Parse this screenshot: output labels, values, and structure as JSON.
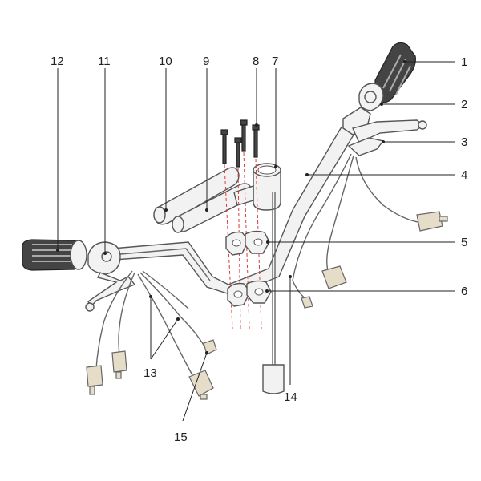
{
  "diagram": {
    "callouts": [
      {
        "id": "c1",
        "label": "1"
      },
      {
        "id": "c2",
        "label": "2"
      },
      {
        "id": "c3",
        "label": "3"
      },
      {
        "id": "c4",
        "label": "4"
      },
      {
        "id": "c5",
        "label": "5"
      },
      {
        "id": "c6",
        "label": "6"
      },
      {
        "id": "c7",
        "label": "7"
      },
      {
        "id": "c8",
        "label": "8"
      },
      {
        "id": "c9",
        "label": "9"
      },
      {
        "id": "c10",
        "label": "10"
      },
      {
        "id": "c11",
        "label": "11"
      },
      {
        "id": "c12",
        "label": "12"
      },
      {
        "id": "c13",
        "label": "13"
      },
      {
        "id": "c14",
        "label": "14"
      },
      {
        "id": "c15",
        "label": "15"
      }
    ],
    "colors": {
      "line": "#555555",
      "guide": "#e03a3a",
      "connector": "#e6ddc8",
      "grip": "#444444"
    }
  }
}
